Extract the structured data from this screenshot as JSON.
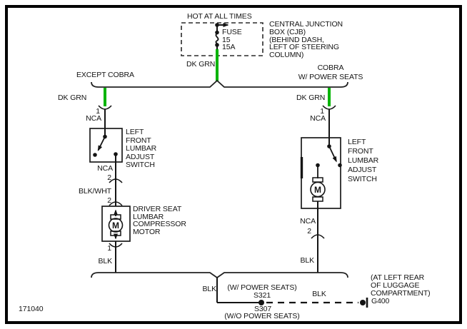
{
  "colors": {
    "green": "#00b400",
    "ink": "#1a1a1a"
  },
  "header": {
    "power": "HOT AT ALL TIMES",
    "fuse_label": "FUSE\n15\n15A",
    "cjb_note": "CENTRAL JUNCTION\nBOX (CJB)\n(BEHIND DASH,\nLEFT OF STEERING\nCOLUMN)",
    "wire_color": "DK GRN"
  },
  "left_branch": {
    "title": "EXCEPT COBRA",
    "wire_color": "DK GRN",
    "pin_in": "1",
    "conn_in": "NCA",
    "switch_label": "LEFT\nFRONT\nLUMBAR\nADJUST\nSWITCH",
    "conn_out": "NCA",
    "pin_out": "2",
    "wire2_color": "BLK/WHT",
    "pin_motor_in": "2",
    "motor_symbol": "M",
    "motor_label": "DRIVER SEAT\nLUMBAR\nCOMPRESSOR\nMOTOR",
    "pin_motor_out": "1",
    "wire_out_color": "BLK"
  },
  "right_branch": {
    "title": "COBRA\nW/ POWER SEATS",
    "wire_color": "DK GRN",
    "pin_in": "1",
    "conn_in": "NCA",
    "switch_label": "LEFT\nFRONT\nLUMBAR\nADJUST\nSWITCH",
    "motor_symbol": "M",
    "conn_out": "NCA",
    "pin_out": "2",
    "wire_out_color": "BLK"
  },
  "bottom": {
    "wire_color": "BLK",
    "splice_with_note": "(W/ POWER SEATS)",
    "splice_with_id": "S321",
    "splice_without_id": "S307",
    "splice_without_note": "(W/O POWER SEATS)",
    "wire2_color": "BLK",
    "ground_note": "(AT LEFT REAR\nOF LUGGAGE\nCOMPARTMENT)",
    "ground_id": "G400"
  },
  "footer": {
    "diagram_id": "171040"
  }
}
